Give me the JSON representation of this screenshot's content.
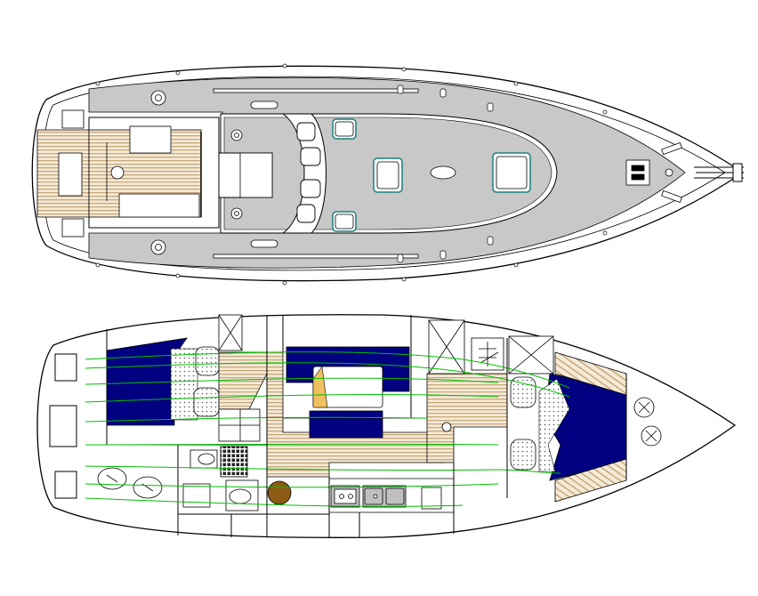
{
  "image": {
    "kind": "sailboat-plan-drawing",
    "views": [
      "deck-plan",
      "interior-layout"
    ]
  },
  "colors": {
    "background": "#ffffff",
    "outline": "#000000",
    "deck_grey": "#c8c8c8",
    "teak_stripe": "#c8a87a",
    "teak_base": "#f4ead8",
    "upholstery_navy": "#000080",
    "fuel_tank_green": "#00bf00",
    "hatch_teal": "#1b7f7f",
    "table_brown": "#8b5a14",
    "sink_grey": "#c0c0c0",
    "accent_orange": "#f0c060"
  },
  "icons": [
    "cockpit-table-icon",
    "winch-icon",
    "hatch-icon",
    "anchor-windlass-icon",
    "toilet-icon",
    "stove-icon",
    "sink-icon",
    "mast-step-icon",
    "shower-grate-icon"
  ]
}
